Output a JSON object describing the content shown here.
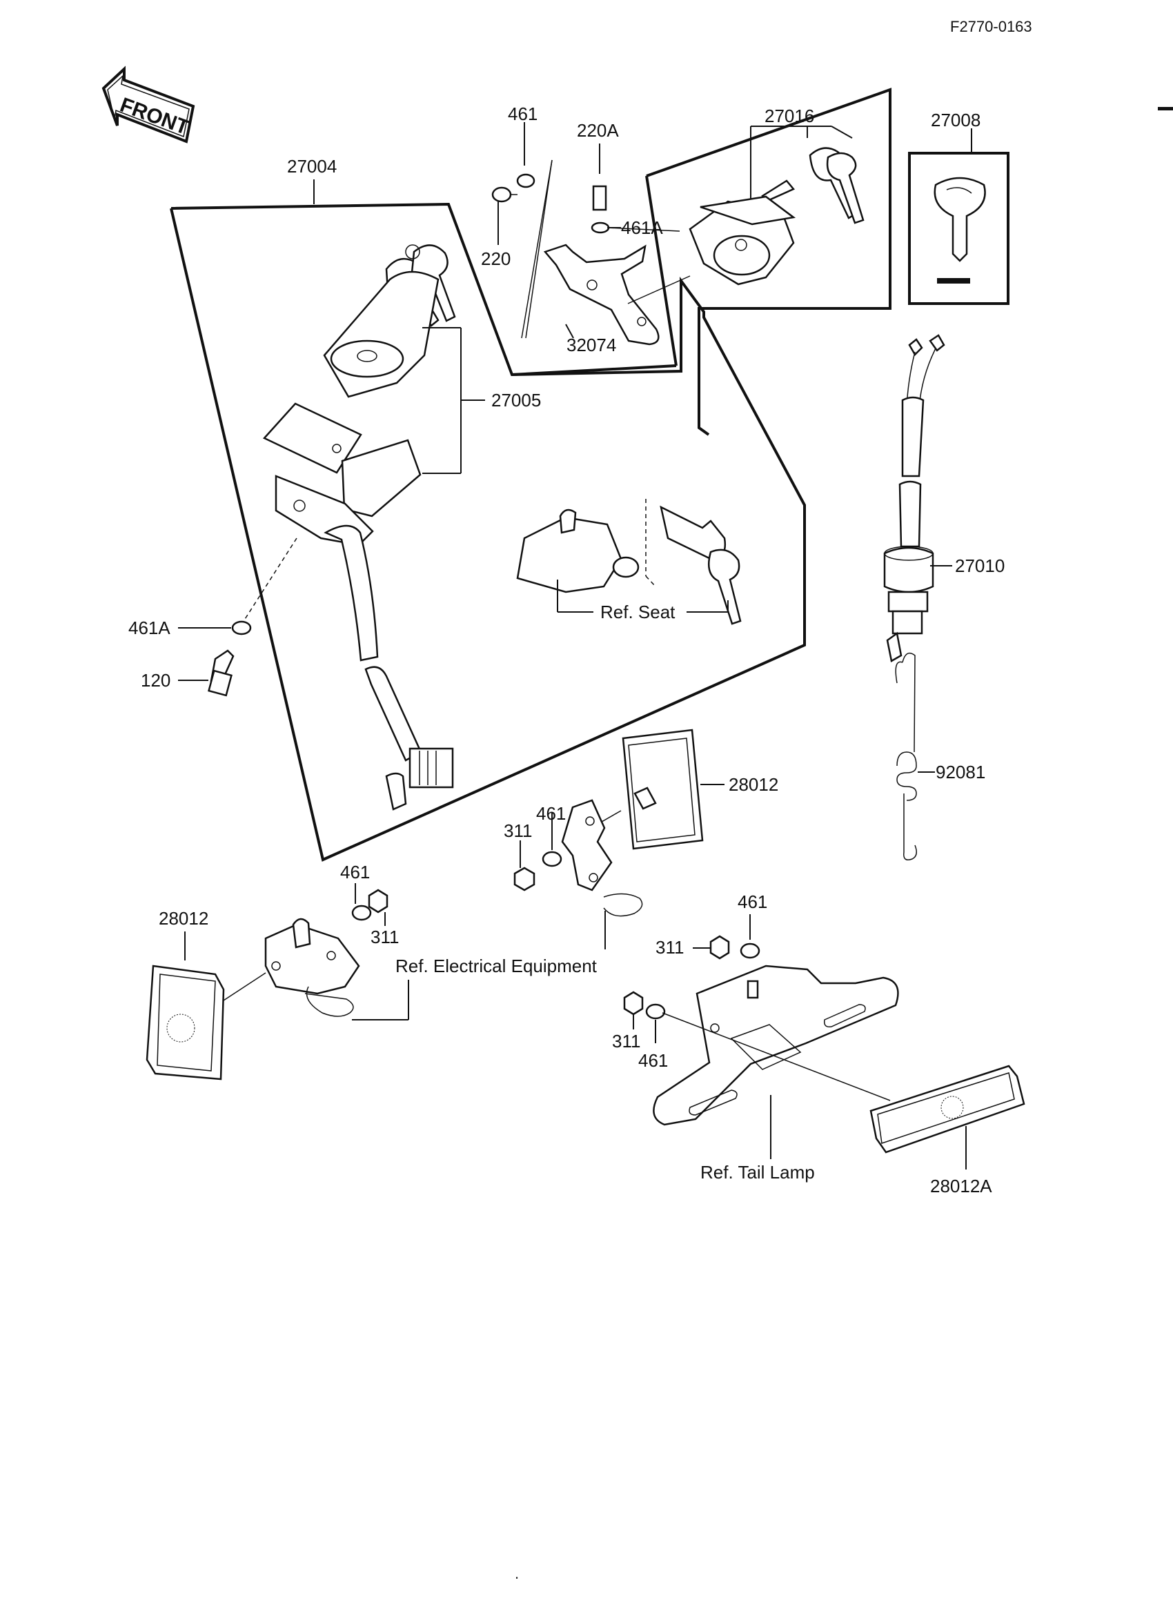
{
  "doc_code": "F2770-0163",
  "front_label": "FRONT",
  "parts": {
    "p27004": "27004",
    "p27005": "27005",
    "p461_top": "461",
    "p220A": "220A",
    "p220": "220",
    "p461A_top": "461A",
    "p32074": "32074",
    "p27016": "27016",
    "p27008": "27008",
    "p27010": "27010",
    "p92081": "92081",
    "p461A_left": "461A",
    "p120": "120",
    "p28012_center": "28012",
    "p461_center": "461",
    "p311_center": "311",
    "p461_left": "461",
    "p311_left": "311",
    "p28012_left": "28012",
    "p461_right_top": "461",
    "p311_right_top": "311",
    "p311_right_bottom": "311",
    "p461_right_bottom": "461",
    "p28012A": "28012A"
  },
  "refs": {
    "seat": "Ref.  Seat",
    "electrical": "Ref.  Electrical Equipment",
    "tail_lamp": "Ref.  Tail Lamp"
  }
}
